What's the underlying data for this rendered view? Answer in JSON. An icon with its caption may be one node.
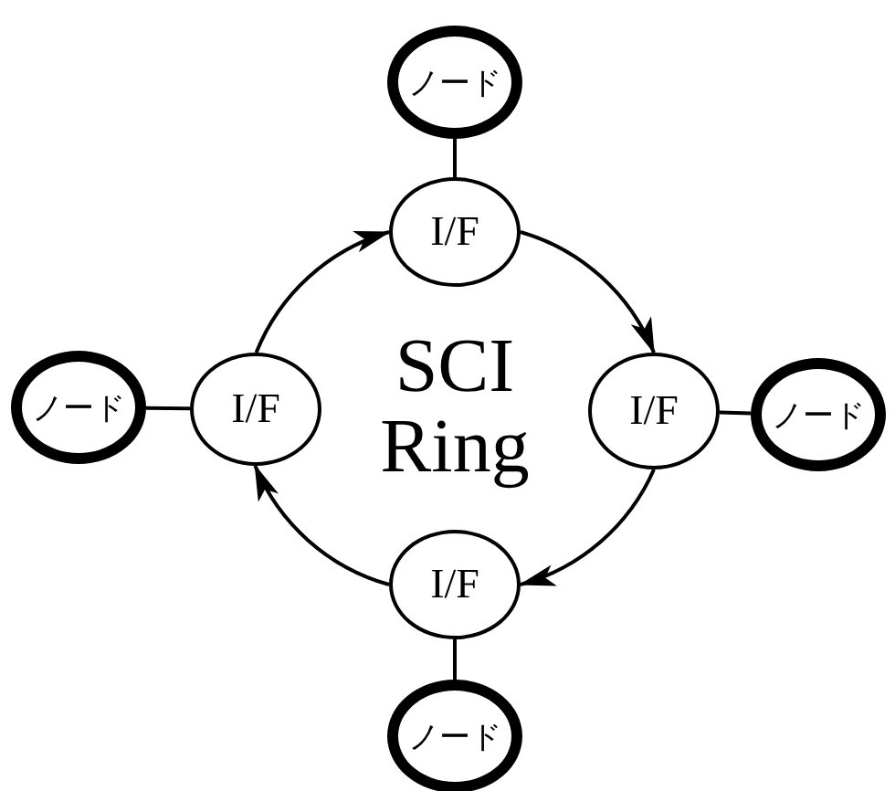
{
  "diagram": {
    "nodes": [
      {
        "text": [
          "ノード"
        ]
      },
      {
        "text": [
          "I/F"
        ]
      },
      {
        "text": [
          "ノード"
        ]
      },
      {
        "text": [
          "I/F"
        ]
      },
      {
        "text": [
          "I/F"
        ]
      },
      {
        "text": [
          "ノード"
        ]
      },
      {
        "text": [
          "I/F"
        ]
      },
      {
        "text": [
          "ノード"
        ]
      }
    ],
    "edges": [
      {
        "from": 1,
        "to": 4,
        "arrow": "to"
      },
      {
        "from": 4,
        "to": 6,
        "arrow": "to"
      },
      {
        "from": 6,
        "to": 3,
        "arrow": "to"
      },
      {
        "from": 3,
        "to": 1,
        "arrow": "to"
      },
      {
        "from": 0,
        "to": 1,
        "arrow": "none"
      },
      {
        "from": 2,
        "to": 3,
        "arrow": "none"
      },
      {
        "from": 4,
        "to": 5,
        "arrow": "none"
      },
      {
        "from": 7,
        "to": 6,
        "arrow": "none"
      }
    ],
    "labels": [
      "SCI Ring"
    ]
  }
}
